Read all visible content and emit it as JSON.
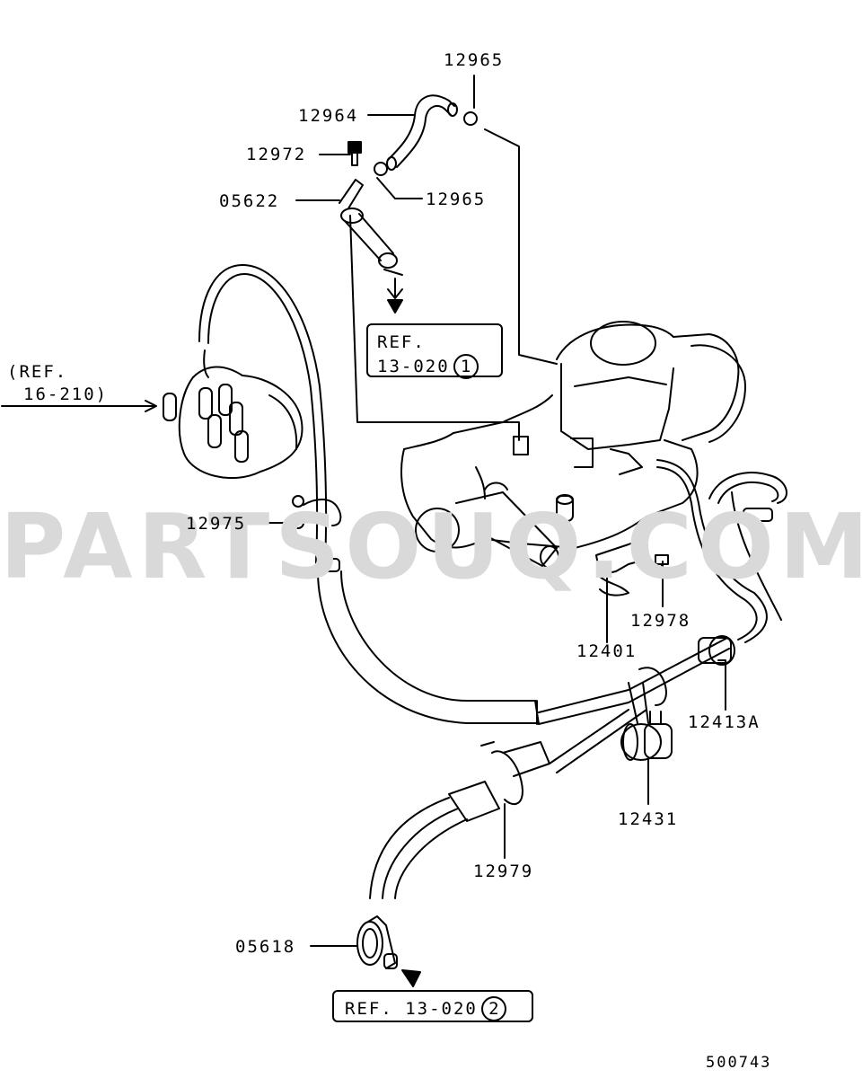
{
  "watermark": "PARTSOUQ.COM",
  "diagram_code": "500743",
  "labels": {
    "p12965a": "12965",
    "p12964": "12964",
    "p12972": "12972",
    "p12965b": "12965",
    "p05622": "05622",
    "ref_16_210_a": "(REF.",
    "ref_16_210_b": "16-210)",
    "p12975": "12975",
    "p12978": "12978",
    "p12401": "12401",
    "p12413a": "12413A",
    "p12431": "12431",
    "p12979": "12979",
    "p05618": "05618"
  },
  "ref_boxes": [
    {
      "line1": "REF.",
      "line2": "13-020",
      "circle": "1"
    },
    {
      "line1": "REF. 13-020",
      "circle": "2"
    }
  ]
}
